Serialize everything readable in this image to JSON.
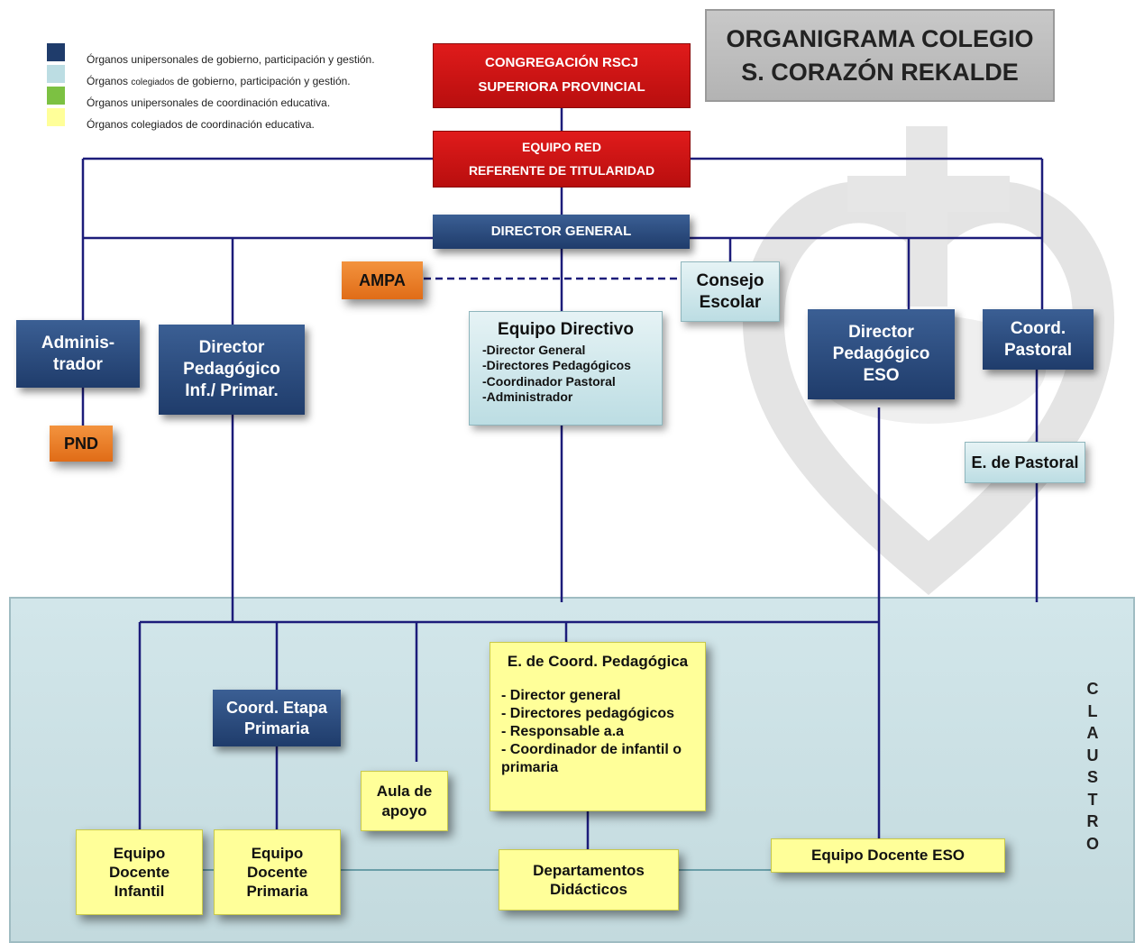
{
  "title": {
    "line1": "ORGANIGRAMA COLEGIO",
    "line2": "S. CORAZÓN REKALDE"
  },
  "legend": [
    {
      "color": "#1f3c6b",
      "text": "Órganos  unipersonales de  gobierno, participación y gestión."
    },
    {
      "color": "#bcdde3",
      "text_pre": "Órganos  ",
      "text_small": "colegiados",
      "text_post": " de  gobierno, participación y gestión."
    },
    {
      "color": "#7cc142",
      "text": "Órganos  unipersonales de  coordinación educativa."
    },
    {
      "color": "#ffff99",
      "text": "Órganos  colegiados de  coordinación educativa."
    }
  ],
  "nodes": {
    "congregacion": {
      "line1": "CONGREGACIÓN RSCJ",
      "line2": "SUPERIORA PROVINCIAL"
    },
    "equipo_red": {
      "line1": "EQUIPO RED",
      "line2": "REFERENTE DE TITULARIDAD"
    },
    "director_general": "DIRECTOR GENERAL",
    "ampa": "AMPA",
    "consejo_escolar": {
      "line1": "Consejo",
      "line2": "Escolar"
    },
    "administrador": {
      "line1": "Adminis-",
      "line2": "trador"
    },
    "pnd": "PND",
    "director_inf": {
      "line1": "Director",
      "line2": "Pedagógico",
      "line3": "Inf./ Primar."
    },
    "equipo_directivo": {
      "title": "Equipo Directivo",
      "items": [
        "-Director General",
        "-Directores Pedagógicos",
        "-Coordinador Pastoral",
        "-Administrador"
      ]
    },
    "director_eso": {
      "line1": "Director",
      "line2": "Pedagógico",
      "line3": "ESO"
    },
    "coord_pastoral": {
      "line1": "Coord.",
      "line2": "Pastoral"
    },
    "e_pastoral": "E. de Pastoral",
    "coord_etapa": {
      "line1": "Coord. Etapa",
      "line2": "Primaria"
    },
    "aula_apoyo": {
      "line1": "Aula de",
      "line2": "apoyo"
    },
    "e_coord_ped": {
      "title": "E. de Coord. Pedagógica",
      "items": [
        "- Director general",
        "- Directores pedagógicos",
        "- Responsable a.a",
        "- Coordinador de infantil o",
        "primaria"
      ]
    },
    "eq_infantil": {
      "line1": "Equipo",
      "line2": "Docente",
      "line3": "Infantil"
    },
    "eq_primaria": {
      "line1": "Equipo",
      "line2": "Docente",
      "line3": "Primaria"
    },
    "departamentos": {
      "line1": "Departamentos",
      "line2": "Didácticos"
    },
    "eq_eso": "Equipo Docente  ESO"
  },
  "claustro": [
    "C",
    "L",
    "A",
    "U",
    "S",
    "T",
    "R",
    "O"
  ]
}
